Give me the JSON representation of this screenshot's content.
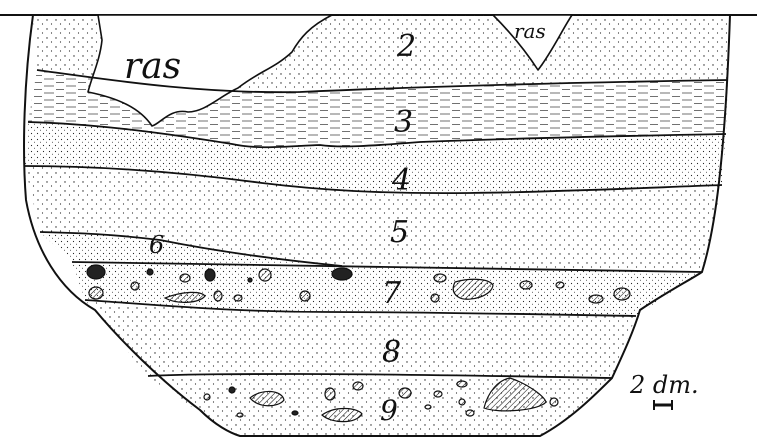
{
  "diagram": {
    "layers": [
      {
        "id": "2",
        "label": "2"
      },
      {
        "id": "3",
        "label": "3"
      },
      {
        "id": "4",
        "label": "4"
      },
      {
        "id": "5",
        "label": "5"
      },
      {
        "id": "6",
        "label": "6"
      },
      {
        "id": "7",
        "label": "7"
      },
      {
        "id": "8",
        "label": "8"
      },
      {
        "id": "9",
        "label": "9"
      }
    ],
    "disturbance_labels": [
      "ras",
      "ras"
    ],
    "scale": {
      "label": "2 dm."
    }
  },
  "colors": {
    "ink": "#111111",
    "paper": "#ffffff"
  }
}
